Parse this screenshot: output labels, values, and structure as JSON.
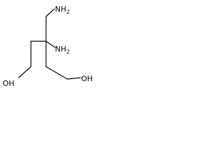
{
  "molecule": {
    "labels": {
      "amine_top": {
        "main": "NH",
        "sub": "2"
      },
      "amine_center": {
        "main": "NH",
        "sub": "2"
      },
      "hydroxyl_left": {
        "main": "OH"
      },
      "hydroxyl_right": {
        "main": "OH"
      }
    },
    "bond_color": "#000000",
    "text_color": "#000000"
  }
}
